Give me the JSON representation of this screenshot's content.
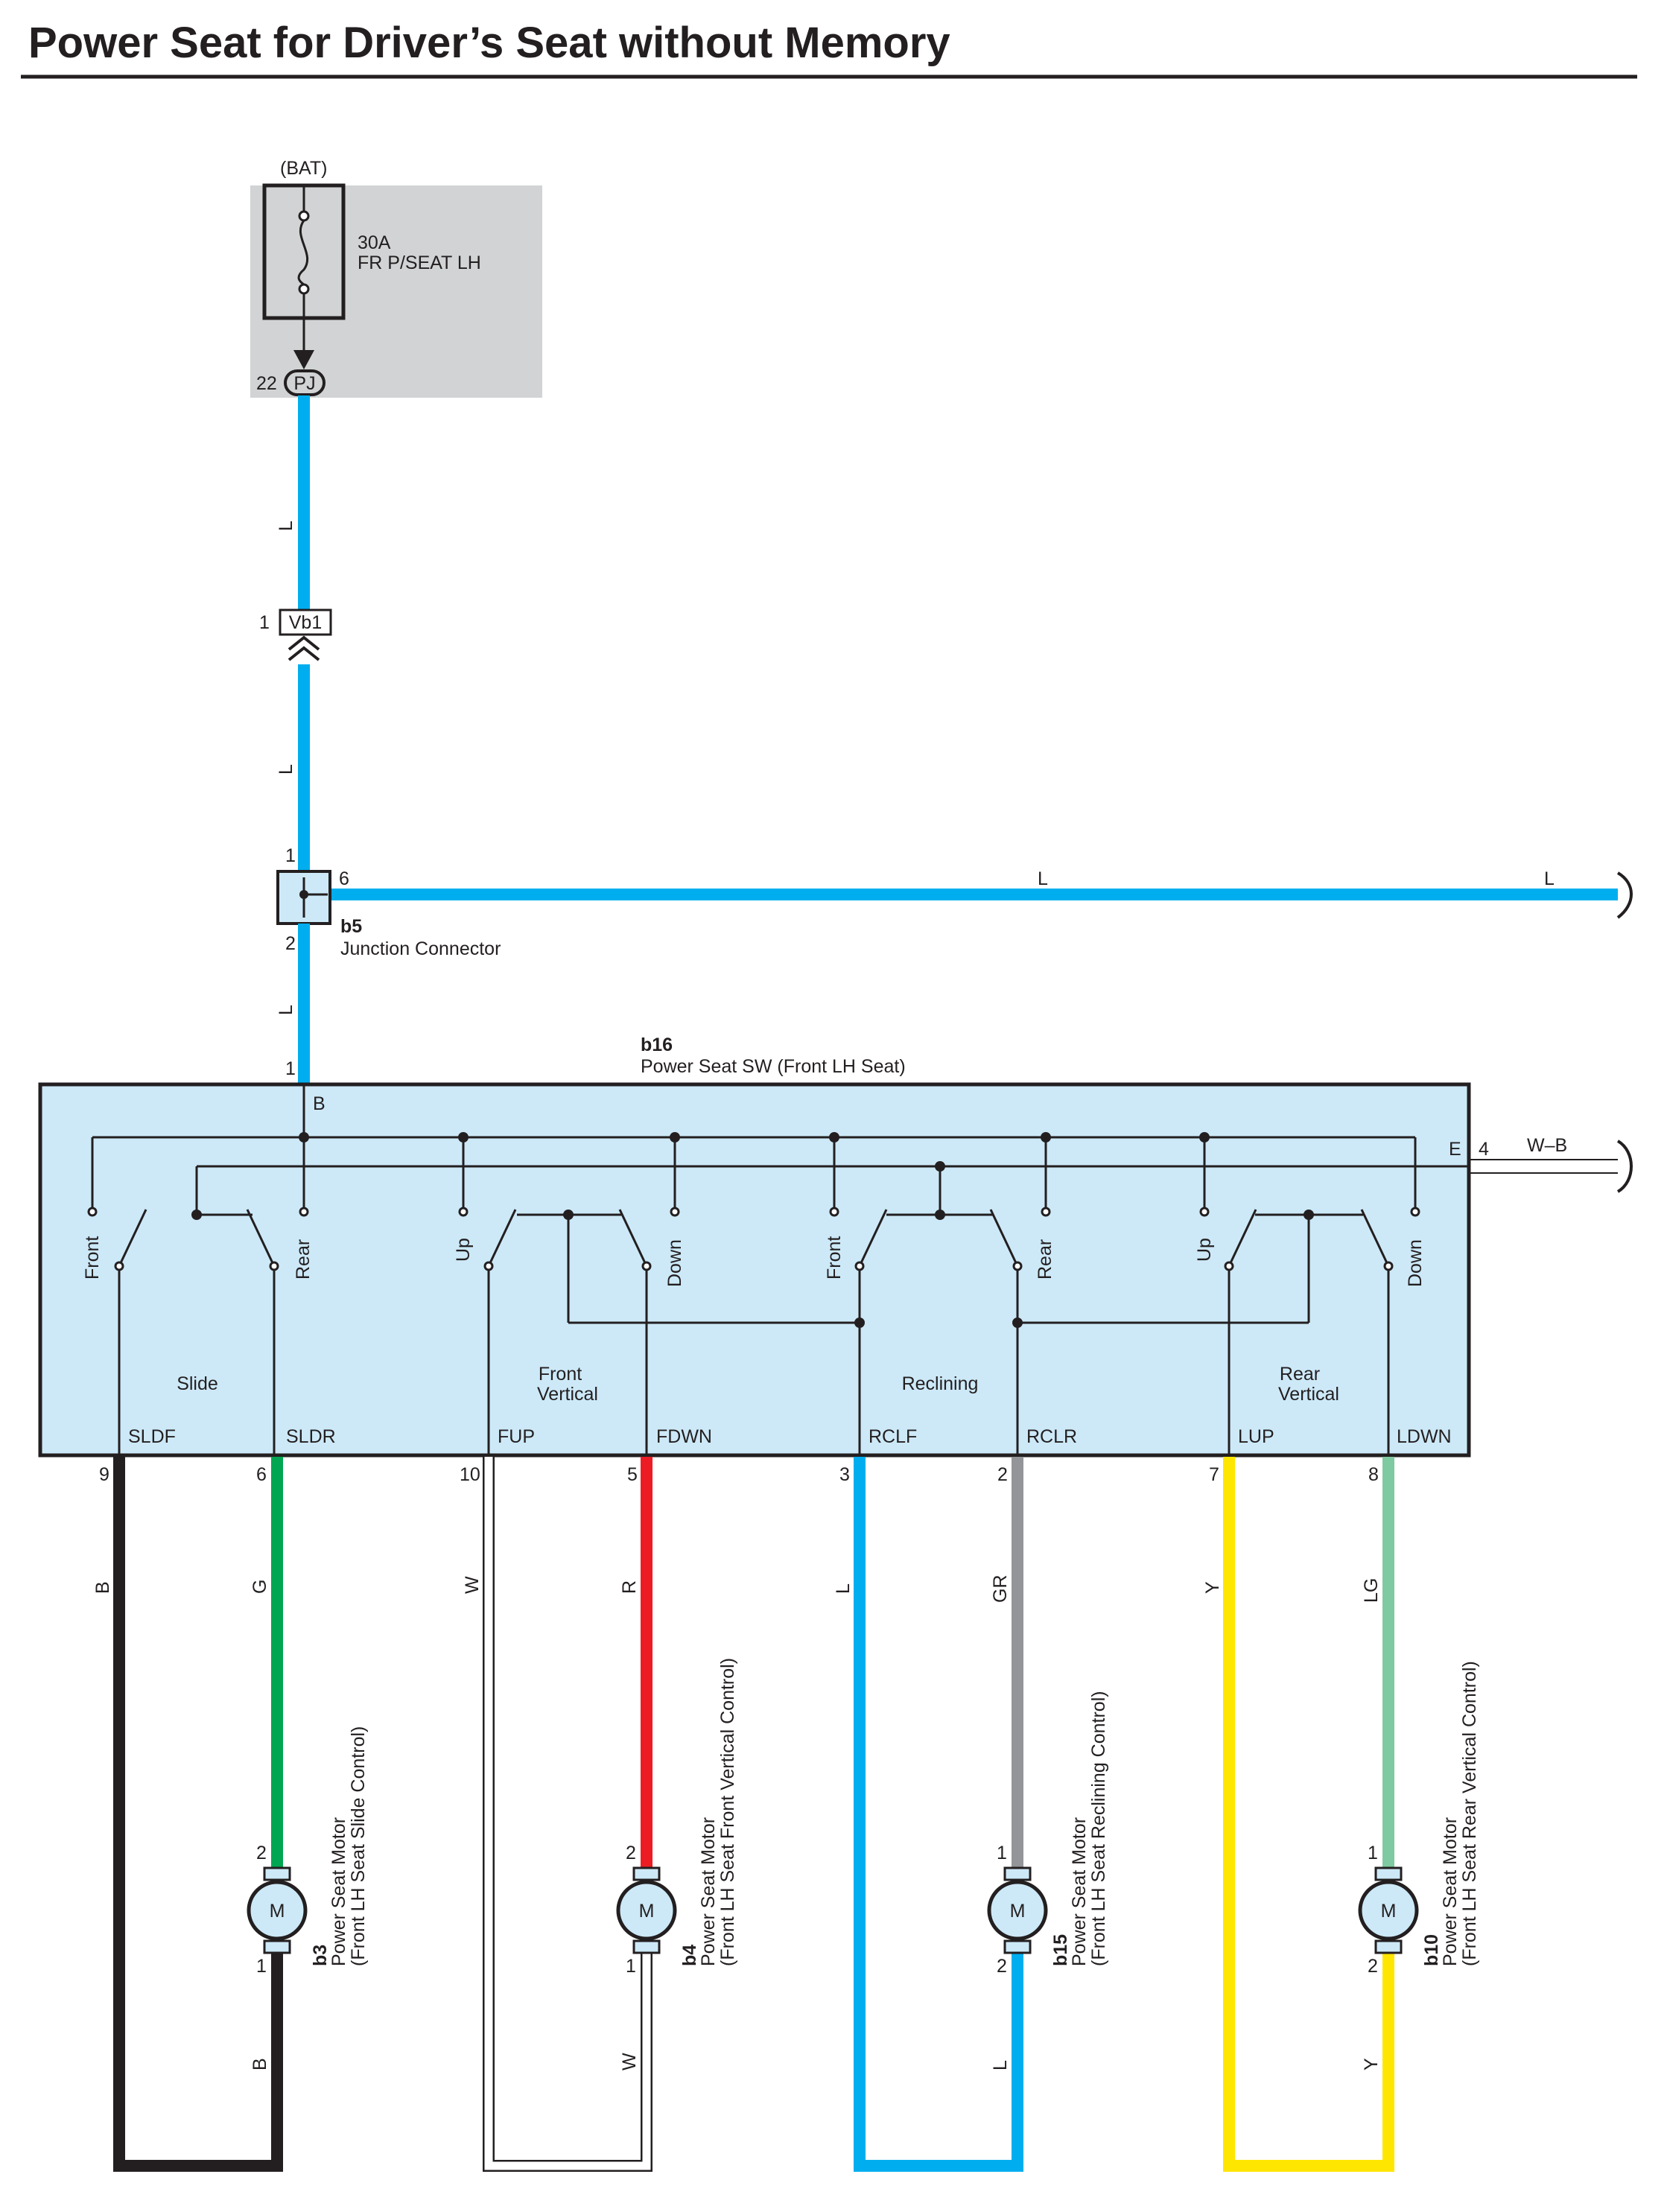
{
  "title": "Power Seat for Driver’s Seat without Memory",
  "colors": {
    "wire_L": "#00aeef",
    "wire_B": "#231f20",
    "wire_G": "#00a651",
    "wire_W": "#ffffff",
    "wire_R": "#ed1c24",
    "wire_GR": "#939598",
    "wire_Y": "#ffe600",
    "wire_LG": "#7fcaa0",
    "component_fill": "#cde9f8",
    "fuse_box_fill": "#d1d3d4"
  },
  "fuse_block": {
    "source": "(BAT)",
    "amp": "30A",
    "name": "FR P/SEAT LH",
    "pin": "22",
    "connector": "PJ"
  },
  "wire_labels": {
    "fuse_to_vb1": "L",
    "vb1_to_junction": "L",
    "junction_to_switch": "L",
    "junction_out_a": "L",
    "junction_out_b": "L",
    "ground": "W–B"
  },
  "vb1": {
    "pin": "1",
    "name": "Vb1"
  },
  "junction": {
    "code": "b5",
    "name": "Junction Connector",
    "pin_top": "1",
    "pin_right": "6",
    "pin_bottom": "2"
  },
  "switch": {
    "code": "b16",
    "name": "Power Seat SW (Front LH Seat)",
    "b_pin": "1",
    "b_label": "B",
    "e_label": "E",
    "e_pin": "4",
    "sections": [
      {
        "name_lines": [
          "Slide"
        ],
        "left_dir": "Front",
        "right_dir": "Rear"
      },
      {
        "name_lines": [
          "Front",
          "Vertical"
        ],
        "left_dir": "Up",
        "right_dir": "Down"
      },
      {
        "name_lines": [
          "Reclining"
        ],
        "left_dir": "Front",
        "right_dir": "Rear"
      },
      {
        "name_lines": [
          "Rear",
          "Vertical"
        ],
        "left_dir": "Up",
        "right_dir": "Down"
      }
    ],
    "terminals": [
      {
        "name": "SLDF",
        "pin": "9",
        "wire": "B"
      },
      {
        "name": "SLDR",
        "pin": "6",
        "wire": "G"
      },
      {
        "name": "FUP",
        "pin": "10",
        "wire": "W"
      },
      {
        "name": "FDWN",
        "pin": "5",
        "wire": "R"
      },
      {
        "name": "RCLF",
        "pin": "3",
        "wire": "L"
      },
      {
        "name": "RCLR",
        "pin": "2",
        "wire": "GR"
      },
      {
        "name": "LUP",
        "pin": "7",
        "wire": "Y"
      },
      {
        "name": "LDWN",
        "pin": "8",
        "wire": "LG"
      }
    ]
  },
  "motors": [
    {
      "code": "b3",
      "line1": "Power Seat Motor",
      "line2": "(Front LH Seat Slide Control)",
      "symbol": "M",
      "pin_top": "2",
      "pin_bottom": "1",
      "return_wire": "B"
    },
    {
      "code": "b4",
      "line1": "Power Seat Motor",
      "line2": "(Front LH Seat Front Vertical Control)",
      "symbol": "M",
      "pin_top": "2",
      "pin_bottom": "1",
      "return_wire": "W"
    },
    {
      "code": "b15",
      "line1": "Power Seat Motor",
      "line2": "(Front LH Seat Reclining Control)",
      "symbol": "M",
      "pin_top": "1",
      "pin_bottom": "2",
      "return_wire": "L"
    },
    {
      "code": "b10",
      "line1": "Power Seat Motor",
      "line2": "(Front LH Seat Rear Vertical Control)",
      "symbol": "M",
      "pin_top": "1",
      "pin_bottom": "2",
      "return_wire": "Y"
    }
  ]
}
